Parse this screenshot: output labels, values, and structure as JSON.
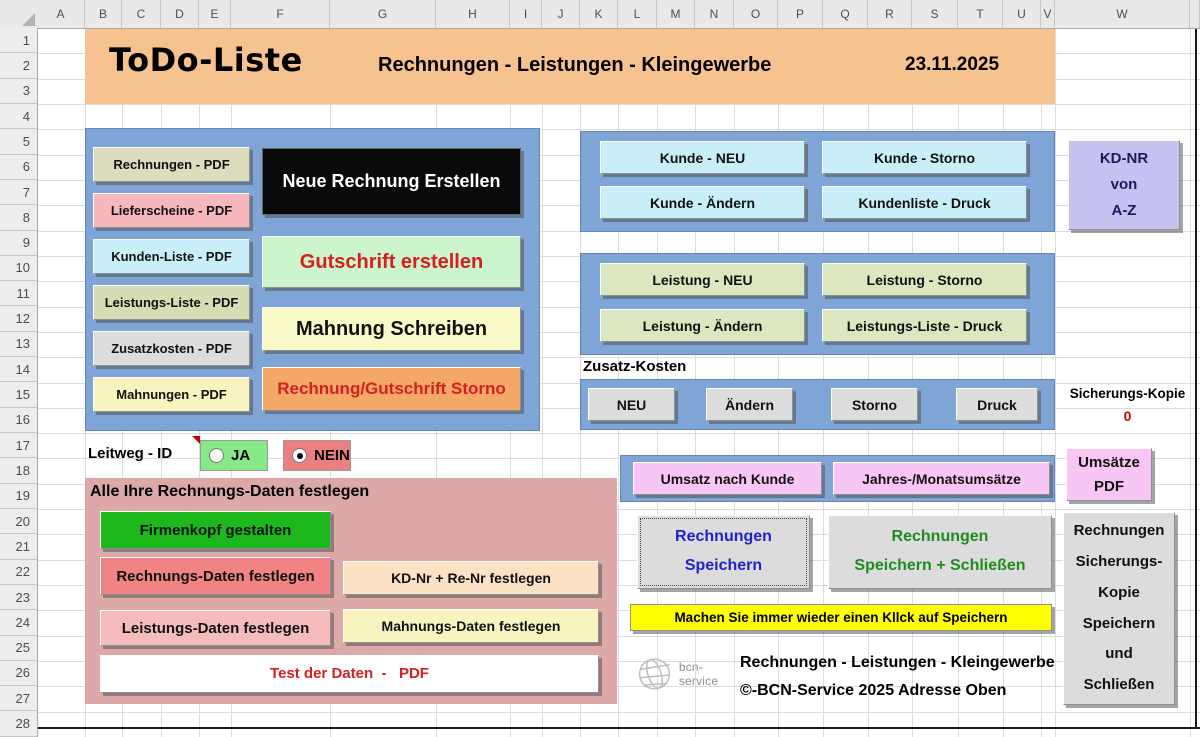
{
  "colors": {
    "banner_bg": "#F6C28F",
    "panel_blue": "#7FA5D6",
    "panel_pink": "#DCA8A8",
    "btn_beige": "#DCDCBE",
    "btn_pink": "#F6B8BC",
    "btn_cyan": "#C9EEF8",
    "btn_olive": "#D6DCB4",
    "btn_gray": "#DCDCDC",
    "btn_paleyellow": "#F8F4C0",
    "btn_black": "#0A0A0A",
    "btn_green_light": "#CCF5CE",
    "btn_yellow_light": "#FAFAC8",
    "btn_orange": "#F5A868",
    "btn_lavender": "#C6C2F2",
    "btn_palegreen": "#DCE6C0",
    "btn_pinkbright": "#F8C6F4",
    "btn_green": "#1CB81C",
    "btn_salmon": "#F08484",
    "btn_peach": "#FCE2C4",
    "btn_rose": "#F6BCBC",
    "ja_green": "#86E886",
    "nein_red": "#EC8080",
    "yellow": "#FFFF00",
    "red_text": "#D42020",
    "blue_text": "#2222CC",
    "green_text": "#1E8C1E",
    "navy_text": "#1A1A5E"
  },
  "banner": {
    "title": "ToDo-Liste",
    "subtitle": "Rechnungen - Leistungen - Kleingewerbe",
    "date": "23.11.2025"
  },
  "grid": {
    "columns": [
      "A",
      "B",
      "C",
      "D",
      "E",
      "F",
      "G",
      "H",
      "I",
      "J",
      "K",
      "L",
      "M",
      "N",
      "O",
      "P",
      "Q",
      "R",
      "S",
      "T",
      "U",
      "V",
      "W"
    ],
    "rows": [
      "1",
      "2",
      "3",
      "4",
      "5",
      "6",
      "7",
      "8",
      "9",
      "10",
      "11",
      "12",
      "13",
      "14",
      "15",
      "16",
      "17",
      "18",
      "19",
      "20",
      "21",
      "22",
      "23",
      "24",
      "25",
      "26",
      "27",
      "28"
    ]
  },
  "pdf_panel": {
    "buttons": [
      "Rechnungen - PDF",
      "Lieferscheine - PDF",
      "Kunden-Liste - PDF",
      "Leistungs-Liste - PDF",
      "Zusatzkosten - PDF",
      "Mahnungen - PDF"
    ]
  },
  "main_actions": {
    "new_invoice": "Neue Rechnung Erstellen",
    "credit": "Gutschrift erstellen",
    "dunning": "Mahnung Schreiben",
    "storno": "Rechnung/Gutschrift Storno"
  },
  "kunde_panel": {
    "buttons": [
      "Kunde - NEU",
      "Kunde - Storno",
      "Kunde - Ändern",
      "Kundenliste - Druck"
    ]
  },
  "kdnr_button": {
    "label": "KD-NR\nvon\nA-Z"
  },
  "leistung_panel": {
    "buttons": [
      "Leistung - NEU",
      "Leistung - Storno",
      "Leistung - Ändern",
      "Leistungs-Liste - Druck"
    ]
  },
  "zusatz": {
    "label": "Zusatz-Kosten",
    "buttons": [
      "NEU",
      "Ändern",
      "Storno",
      "Druck"
    ]
  },
  "sicherung": {
    "label": "Sicherungs-Kopie",
    "count": "0"
  },
  "leitweg": {
    "label": "Leitweg - ID",
    "yes": "JA",
    "no": "NEIN",
    "selected": "NEIN"
  },
  "umsatz": {
    "by_customer": "Umsatz nach Kunde",
    "yearly": "Jahres-/Monatsumsätze",
    "pdf": "Umsätze\nPDF"
  },
  "setup_panel": {
    "title": "Alle Ihre Rechnungs-Daten festlegen",
    "firmenkopf": "Firmenkopf gestalten",
    "rechnungs_daten": "Rechnungs-Daten festlegen",
    "kdnr_renr": "KD-Nr + Re-Nr festlegen",
    "leistungs_daten": "Leistungs-Daten festlegen",
    "mahnungs_daten": "Mahnungs-Daten festlegen",
    "test": "Test der Daten  -   PDF"
  },
  "save": {
    "save": "Rechnungen\nSpeichern",
    "save_close": "Rechnungen\nSpeichern + Schließen",
    "hint": "Machen Sie immer wieder einen Kllck auf Speichern",
    "backup": "Rechnungen\nSicherungs-\nKopie\nSpeichern\nund\nSchließen"
  },
  "footer": {
    "logo": "bcn-service",
    "line1": "Rechnungen - Leistungen - Kleingewerbe",
    "line2": "©-BCN-Service 2025 Adresse Oben"
  }
}
